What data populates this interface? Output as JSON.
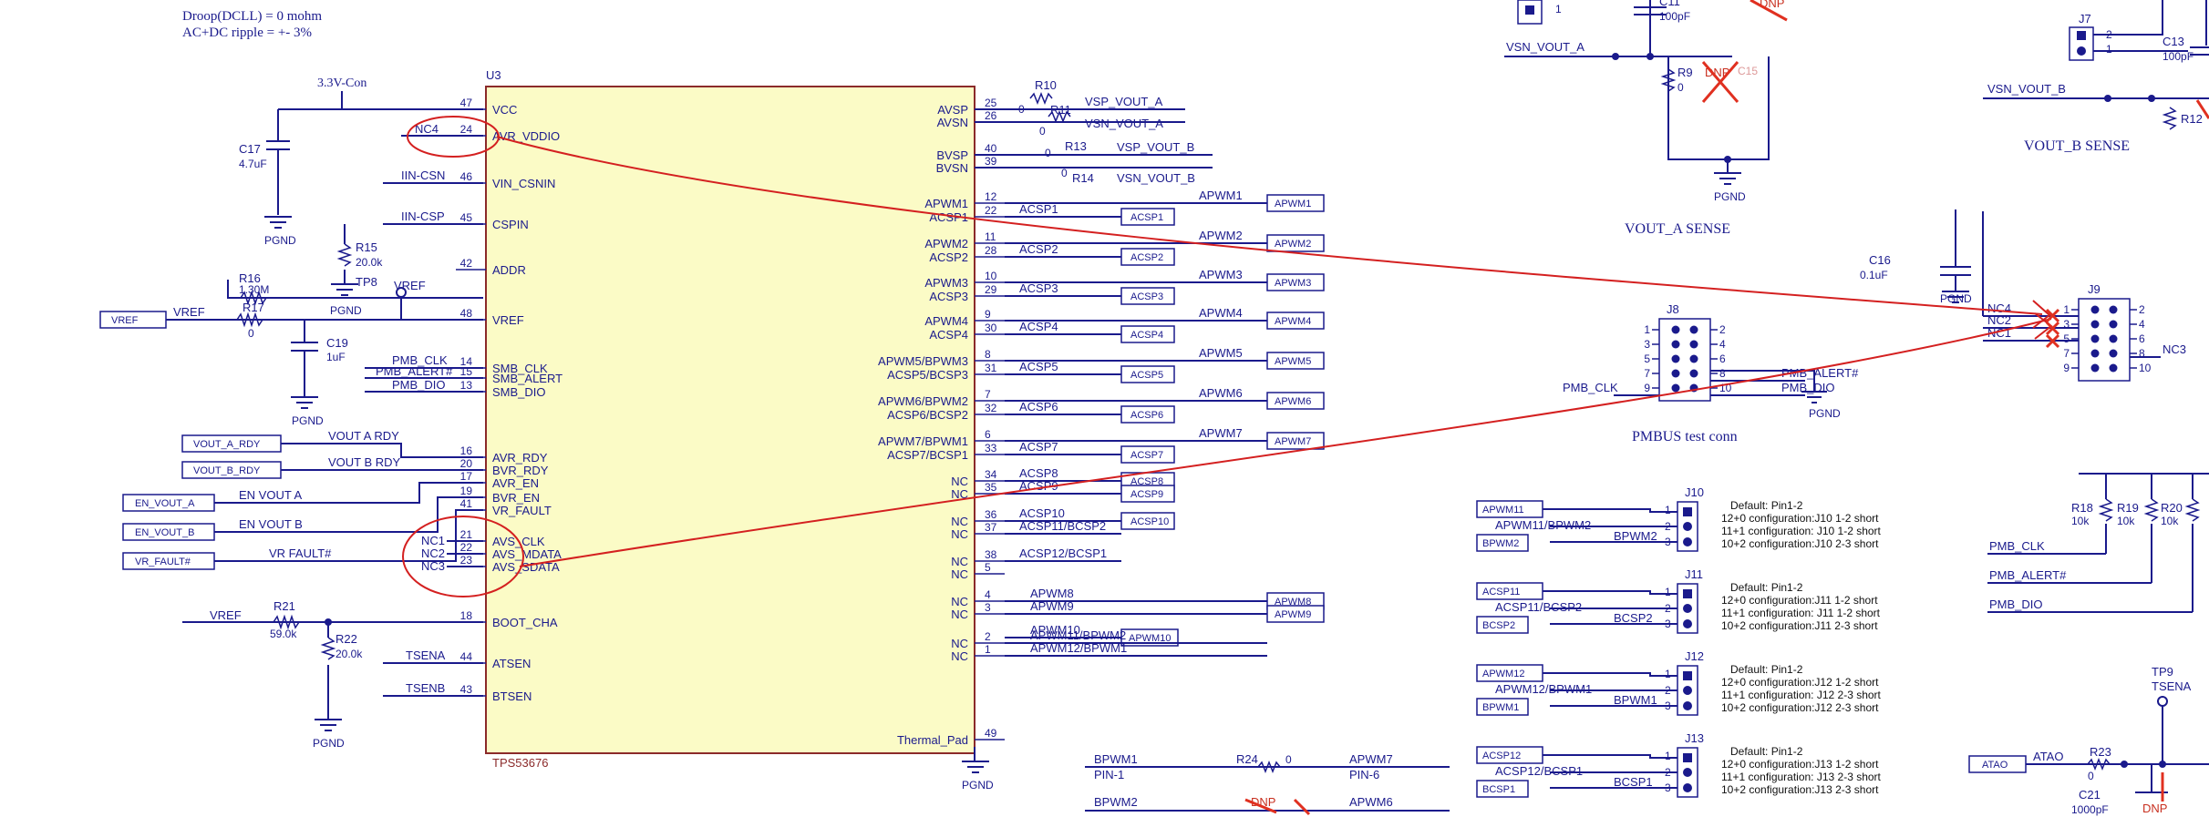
{
  "notes": {
    "line1": "Droop(DCLL) = 0 mohm",
    "line2": "AC+DC ripple = +- 3%"
  },
  "u3": {
    "ref": "U3",
    "part": "TPS53676",
    "left_pins": [
      {
        "num": "47",
        "name": "VCC"
      },
      {
        "num": "24",
        "name": "AVR_VDDIO"
      },
      {
        "num": "46",
        "name": "VIN_CSNIN"
      },
      {
        "num": "45",
        "name": "CSPIN"
      },
      {
        "num": "42",
        "name": "ADDR"
      },
      {
        "num": "48",
        "name": "VREF"
      },
      {
        "num": "14",
        "name": "SMB_CLK"
      },
      {
        "num": "15",
        "name": "SMB_ALERT"
      },
      {
        "num": "13",
        "name": "SMB_DIO"
      },
      {
        "num": "16",
        "name": "AVR_RDY"
      },
      {
        "num": "20",
        "name": "BVR_RDY"
      },
      {
        "num": "17",
        "name": "AVR_EN"
      },
      {
        "num": "19",
        "name": "BVR_EN"
      },
      {
        "num": "41",
        "name": "VR_FAULT"
      },
      {
        "num": "21",
        "name": "AVS_CLK"
      },
      {
        "num": "22",
        "name": "AVS_MDATA"
      },
      {
        "num": "23",
        "name": "AVS_SDATA"
      },
      {
        "num": "18",
        "name": "BOOT_CHA"
      },
      {
        "num": "44",
        "name": "ATSEN"
      },
      {
        "num": "43",
        "name": "BTSEN"
      }
    ],
    "right_pins": [
      {
        "num": "25",
        "name": "AVSP"
      },
      {
        "num": "26",
        "name": "AVSN"
      },
      {
        "num": "40",
        "name": "BVSP"
      },
      {
        "num": "39",
        "name": "BVSN"
      },
      {
        "num": "12",
        "name": "APWM1"
      },
      {
        "num": "22",
        "name": "ACSP1"
      },
      {
        "num": "11",
        "name": "APWM2"
      },
      {
        "num": "28",
        "name": "ACSP2"
      },
      {
        "num": "10",
        "name": "APWM3"
      },
      {
        "num": "29",
        "name": "ACSP3"
      },
      {
        "num": "9",
        "name": "APWM4"
      },
      {
        "num": "30",
        "name": "ACSP4"
      },
      {
        "num": "8",
        "name": "APWM5/BPWM3"
      },
      {
        "num": "31",
        "name": "ACSP5/BCSP3"
      },
      {
        "num": "7",
        "name": "APWM6/BPWM2"
      },
      {
        "num": "32",
        "name": "ACSP6/BCSP2"
      },
      {
        "num": "6",
        "name": "APWM7/BPWM1"
      },
      {
        "num": "33",
        "name": "ACSP7/BCSP1"
      },
      {
        "num": "34",
        "name": "NC"
      },
      {
        "num": "35",
        "name": "NC"
      },
      {
        "num": "36",
        "name": "NC"
      },
      {
        "num": "37",
        "name": "NC"
      },
      {
        "num": "38",
        "name": "NC"
      },
      {
        "num": "5",
        "name": "NC"
      },
      {
        "num": "4",
        "name": "NC"
      },
      {
        "num": "3",
        "name": "NC"
      },
      {
        "num": "2",
        "name": "NC"
      },
      {
        "num": "1",
        "name": "NC"
      },
      {
        "num": "49",
        "name": "Thermal_Pad"
      }
    ]
  },
  "nets": {
    "v33": "3.3V-Con",
    "iin_csn": "IIN-CSN",
    "iin_csp": "IIN-CSP",
    "vref": "VREF",
    "tp8": "TP8",
    "pmb_clk": "PMB_CLK",
    "pmb_alert": "PMB_ALERT#",
    "pmb_dio": "PMB_DIO",
    "vouta_rdy": "VOUT A RDY",
    "voutb_rdy": "VOUT B RDY",
    "en_vouta": "EN VOUT A",
    "en_voutb": "EN VOUT B",
    "vr_fault": "VR FAULT#",
    "nc1": "NC1",
    "nc2": "NC2",
    "nc3": "NC3",
    "nc4": "NC4",
    "tsena": "TSENA",
    "tsenb": "TSENB",
    "pgnd": "PGND",
    "vsp_a": "VSP_VOUT_A",
    "vsn_a": "VSN_VOUT_A",
    "vsp_b": "VSP_VOUT_B",
    "vsn_b": "VSN_VOUT_B",
    "acsp": [
      "ACSP1",
      "ACSP2",
      "ACSP3",
      "ACSP4",
      "ACSP5",
      "ACSP6",
      "ACSP7",
      "ACSP8",
      "ACSP9",
      "ACSP10",
      "ACSP11/BCSP2",
      "ACSP12/BCSP1"
    ],
    "apwm": [
      "APWM1",
      "APWM2",
      "APWM3",
      "APWM4",
      "APWM5",
      "APWM6",
      "APWM7",
      "APWM8",
      "APWM9",
      "APWM10",
      "APWM11/BPWM2",
      "APWM12/BPWM1"
    ]
  },
  "offsheet": {
    "vref": "VREF",
    "vouta_rdy": "VOUT_A_RDY",
    "voutb_rdy": "VOUT_B_RDY",
    "en_vouta": "EN_VOUT_A",
    "en_voutb": "EN_VOUT_B",
    "vr_fault": "VR_FAULT#",
    "acsp": [
      "ACSP1",
      "ACSP2",
      "ACSP3",
      "ACSP4",
      "ACSP5",
      "ACSP6",
      "ACSP7",
      "ACSP8",
      "ACSP9",
      "ACSP10"
    ],
    "apwm": [
      "APWM1",
      "APWM2",
      "APWM3",
      "APWM4",
      "APWM5",
      "APWM6",
      "APWM7",
      "APWM8",
      "APWM9",
      "APWM10"
    ]
  },
  "parts": {
    "c17": {
      "ref": "C17",
      "val": "4.7uF"
    },
    "c19": {
      "ref": "C19",
      "val": "1uF"
    },
    "r15": {
      "ref": "R15",
      "val": "20.0k"
    },
    "r16": {
      "ref": "R16",
      "val": "1.30M"
    },
    "r17": {
      "ref": "R17",
      "val": "0"
    },
    "r21": {
      "ref": "R21",
      "val": "59.0k"
    },
    "r22": {
      "ref": "R22",
      "val": "20.0k"
    },
    "r10": {
      "ref": "R10",
      "val": "0"
    },
    "r11": {
      "ref": "R11",
      "val": "0"
    },
    "r13": {
      "ref": "R13",
      "val": "0"
    },
    "r14": {
      "ref": "R14",
      "val": "0"
    },
    "r24": {
      "ref": "R24",
      "val": "0"
    },
    "c11": {
      "ref": "C11",
      "val": "100pF"
    },
    "r9": {
      "ref": "R9",
      "val": "0"
    },
    "c15": {
      "ref": "C15"
    },
    "c13": {
      "ref": "C13",
      "val": "100pF"
    },
    "r12": {
      "ref": "R12"
    },
    "c16": {
      "ref": "C16",
      "val": "0.1uF"
    },
    "r18": {
      "ref": "R18",
      "val": "10k"
    },
    "r19": {
      "ref": "R19",
      "val": "10k"
    },
    "r20": {
      "ref": "R20",
      "val": "10k"
    },
    "r23": {
      "ref": "R23",
      "val": "0"
    },
    "c21": {
      "ref": "C21",
      "val": "1000pF"
    },
    "tp9": {
      "ref": "TP9"
    },
    "dnp": "DNP"
  },
  "j7": "J7",
  "j8": "J8",
  "j9": "J9",
  "j8_pins": {
    "r": [
      "2",
      "4",
      "6",
      "8",
      "10"
    ],
    "l": [
      "1",
      "3",
      "5",
      "7",
      "9"
    ]
  },
  "j9_pins": {
    "r": [
      "2",
      "4",
      "6",
      "8",
      "10"
    ],
    "l": [
      "1",
      "3",
      "5",
      "7",
      "9"
    ]
  },
  "vouta_sense": "VOUT_A SENSE",
  "voutb_sense": "VOUT_B SENSE",
  "pmbus_test": "PMBUS test conn",
  "pin_labels": {
    "pin1": "PIN-1",
    "pin6": "PIN-6",
    "bpwm1": "BPWM1",
    "bpwm2": "BPWM2",
    "apwm7": "APWM7",
    "apwm6": "APWM6"
  },
  "jumpers": [
    {
      "ref": "J10",
      "box1": "APWM11",
      "net1": "APWM11/BPWM2",
      "net2": "BPWM2",
      "box2": "BPWM2",
      "text": [
        "Default: Pin1-2",
        "12+0 configuration:J10 1-2 short",
        "11+1 configuration: J10 1-2 short",
        "10+2 configuration:J10 2-3 short"
      ]
    },
    {
      "ref": "J11",
      "box1": "ACSP11",
      "net1": "ACSP11/BCSP2",
      "net2": "BCSP2",
      "box2": "BCSP2",
      "text": [
        "Default: Pin1-2",
        "12+0 configuration:J11 1-2 short",
        "11+1 configuration: J11 1-2 short",
        "10+2 configuration:J11 2-3 short"
      ]
    },
    {
      "ref": "J12",
      "box1": "APWM12",
      "net1": "APWM12/BPWM1",
      "net2": "BPWM1",
      "box2": "BPWM1",
      "text": [
        "Default: Pin1-2",
        "12+0 configuration:J12 1-2 short",
        "11+1 configuration: J12 2-3 short",
        "10+2 configuration:J12 2-3 short"
      ]
    },
    {
      "ref": "J13",
      "box1": "ACSP12",
      "net1": "ACSP12/BCSP1",
      "net2": "BCSP1",
      "box2": "BCSP1",
      "text": [
        "Default: Pin1-2",
        "12+0 configuration:J13 1-2 short",
        "11+1 configuration: J13 2-3 short",
        "10+2 configuration:J13 2-3 short"
      ]
    }
  ],
  "jpins": [
    "1",
    "2",
    "3"
  ],
  "ataobox": "ATAO",
  "atao": "ATAO"
}
